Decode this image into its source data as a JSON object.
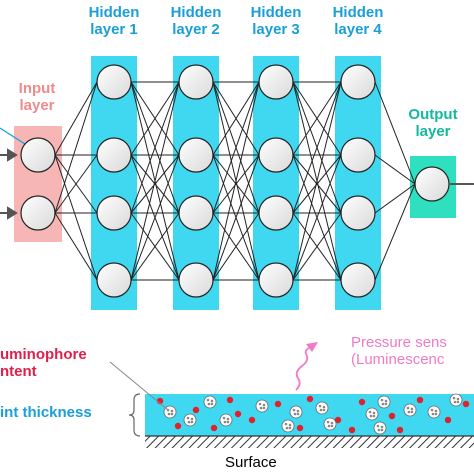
{
  "labels": {
    "hidden1": [
      "Hidden",
      "layer 1"
    ],
    "hidden2": [
      "Hidden",
      "layer 2"
    ],
    "hidden3": [
      "Hidden",
      "layer 3"
    ],
    "hidden4": [
      "Hidden",
      "layer 4"
    ],
    "input": [
      "Input",
      "layer"
    ],
    "output": [
      "Output",
      "layer"
    ],
    "luminophore": [
      "uminophore",
      "ntent"
    ],
    "paint_thickness": "int thickness",
    "pressure": [
      "Pressure sens",
      "(Luminescenc"
    ],
    "surface": "Surface"
  },
  "network": {
    "input_nodes": 2,
    "hidden_nodes_per_layer": 4,
    "hidden_layers": 4,
    "output_nodes": 1
  },
  "colors": {
    "hidden_band": "#3fd8f0",
    "input_band": "#f7b6b6",
    "output_band": "#2fe0c0",
    "node_fill": "#f2f2f2",
    "paint_layer": "#3fd8f0",
    "red_dot": "#e0202a"
  }
}
